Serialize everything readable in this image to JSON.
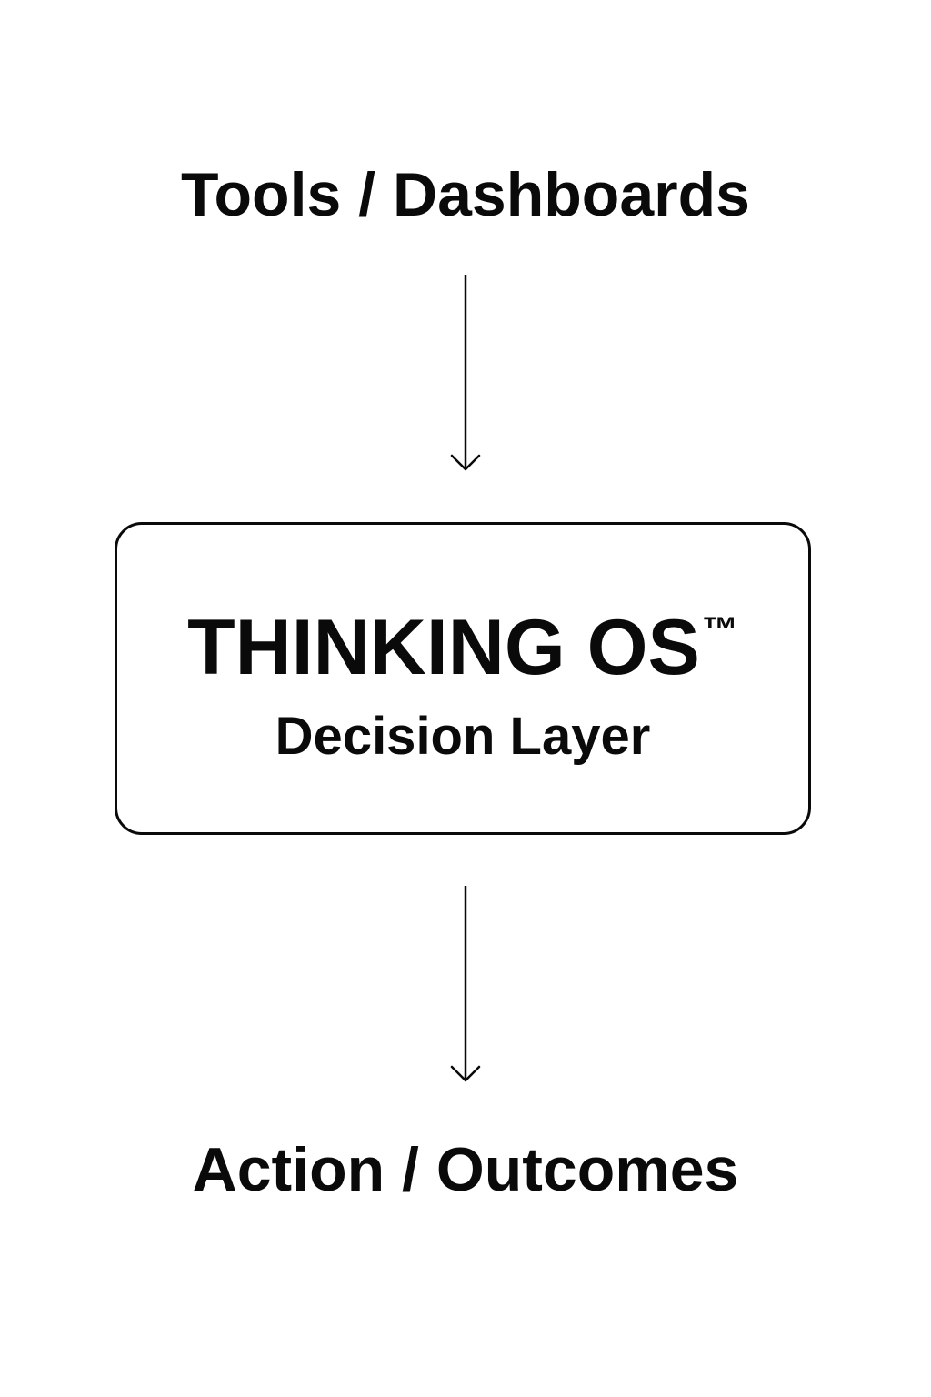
{
  "diagram": {
    "top_node": {
      "label": "Tools / Dashboards"
    },
    "center_node": {
      "title": "THINKING OS",
      "title_mark": "™",
      "subtitle": "Decision Layer"
    },
    "bottom_node": {
      "label": "Action / Outcomes"
    },
    "edges": [
      {
        "from": "Tools / Dashboards",
        "to": "THINKING OS"
      },
      {
        "from": "THINKING OS",
        "to": "Action / Outcomes"
      }
    ],
    "colors": {
      "background": "#ffffff",
      "ink": "#0a0a0a"
    }
  }
}
